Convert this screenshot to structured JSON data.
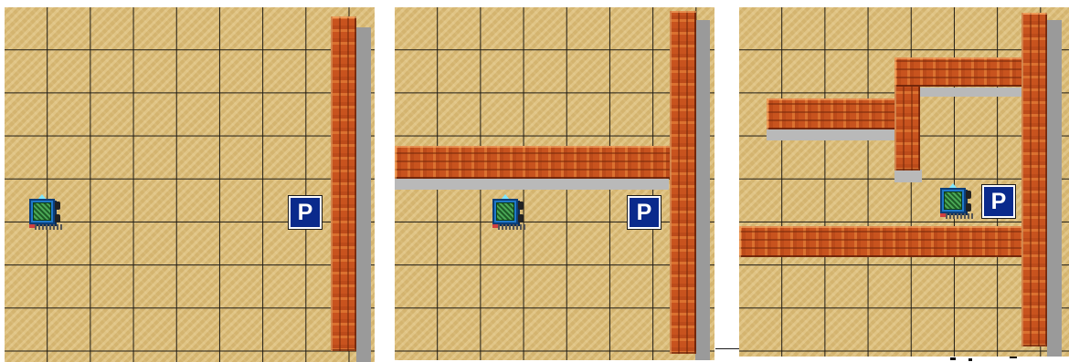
{
  "parking": {
    "panel1_label": "P",
    "panel2_label": "P",
    "panel3_label": "P"
  },
  "icons": {
    "robot": "robot-icon",
    "parking": "parking-sign-icon"
  },
  "colors": {
    "floor": "#dcbd77",
    "grid": "#1d1a14",
    "wall": "#c8531e",
    "wall_shadow": "#9a9a9a",
    "parking_bg": "#0a2a8c",
    "robot": "#1f78c9"
  }
}
